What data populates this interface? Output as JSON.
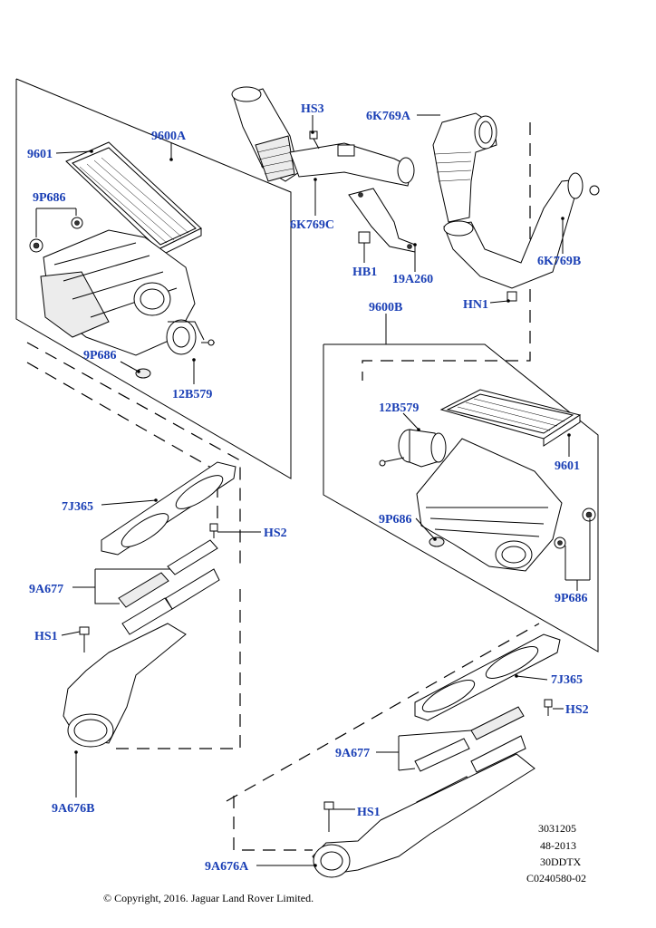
{
  "callouts": {
    "c9600A": "9600A",
    "c9601a": "9601",
    "c9P686a": "9P686",
    "c9P686b": "9P686",
    "c12B579a": "12B579",
    "cHS3": "HS3",
    "c6K769C": "6K769C",
    "cHB1": "HB1",
    "c19A260": "19A260",
    "c6K769A": "6K769A",
    "c6K769B": "6K769B",
    "cHN1": "HN1",
    "c9600B": "9600B",
    "c12B579b": "12B579",
    "c9601b": "9601",
    "c9P686c": "9P686",
    "c9P686d": "9P686",
    "c7J365a": "7J365",
    "cHS2a": "HS2",
    "c9A677a": "9A677",
    "cHS1a": "HS1",
    "c9A676B": "9A676B",
    "c7J365b": "7J365",
    "cHS2b": "HS2",
    "c9A677b": "9A677",
    "cHS1b": "HS1",
    "c9A676A": "9A676A"
  },
  "meta": {
    "line1": "3031205",
    "line2": "48-2013",
    "line3": "30DDTX",
    "line4": "C0240580-02"
  },
  "copyright": "© Copyright, 2016. Jaguar Land Rover Limited."
}
